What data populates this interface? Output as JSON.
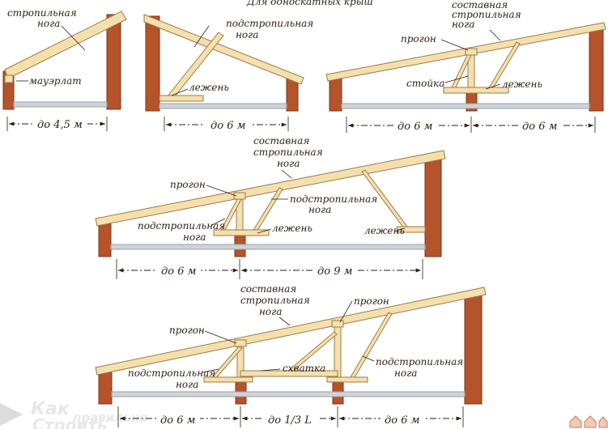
{
  "header": "Для односкатных крыш",
  "colors": {
    "wall": "#b5532b",
    "wall_dark": "#7d3417",
    "timber": "#f4e0ae",
    "timber_edge": "#9c7a45",
    "mortar": "#cfd3d8",
    "text": "#2b1d12"
  },
  "diagram1": {
    "labels": [
      "стропильная",
      "нога",
      "мауэрлат"
    ],
    "dimension": "до 4,5 м"
  },
  "diagram2": {
    "labels": [
      "подстропильная",
      "нога",
      "лежень"
    ],
    "dimension": "до 6 м"
  },
  "diagram3": {
    "labels": [
      "составная",
      "стропильная",
      "нога",
      "прогон",
      "стойка",
      "лежень"
    ],
    "dimensions": [
      "до 6 м",
      "до 6 м"
    ]
  },
  "diagram4": {
    "labels": [
      "составная",
      "стропильная",
      "нога",
      "прогон",
      "подстропильная",
      "нога",
      "лежень",
      "подстропильная",
      "нога",
      "лежень"
    ],
    "dimensions": [
      "до 6 м",
      "до 9 м"
    ]
  },
  "diagram5": {
    "labels": [
      "составная",
      "стропильная",
      "нога",
      "прогон",
      "прогон",
      "подстропильная",
      "нога",
      "схватка",
      "подстропильная",
      "нога"
    ],
    "dimensions": [
      "до 6 м",
      "до 1/3 L",
      "до 6 м"
    ]
  },
  "watermark": [
    "Как",
    "правильно",
    "Строить"
  ]
}
